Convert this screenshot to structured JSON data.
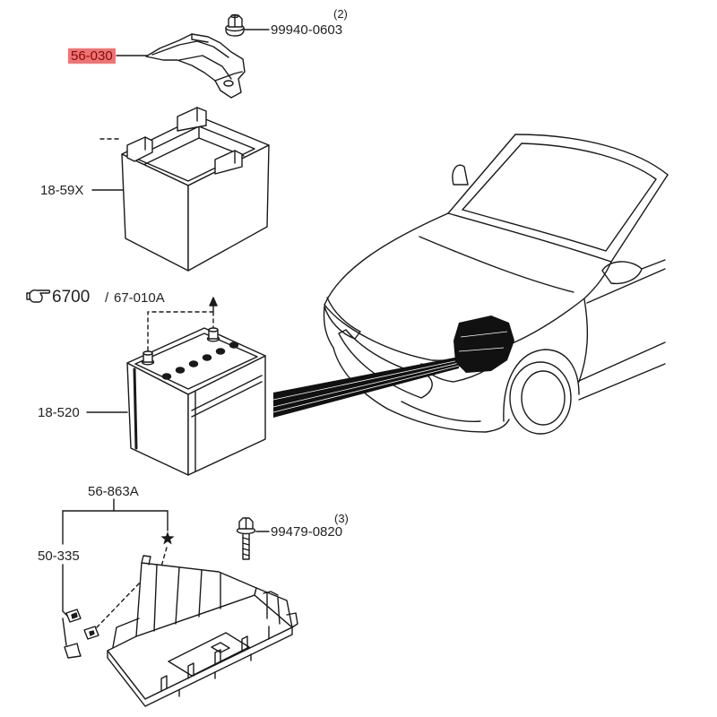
{
  "diagram": {
    "parts": {
      "bolt_top_qty": "(2)",
      "bolt_top": "99940-0603",
      "bracket": "56-030",
      "cover": "18-59X",
      "battery": "18-520",
      "tray": "56-863A",
      "bolt_bottom_qty": "(3)",
      "bolt_bottom": "99479-0820",
      "clip": "50-335"
    },
    "group_ref": {
      "number": "6700",
      "separator": "/",
      "code": "67-010A",
      "icon": "pointing-hand-icon"
    },
    "markers": {
      "tray_marker_icon": "star-icon"
    },
    "colors": {
      "line": "#1a1a1a",
      "highlight": "#f27272",
      "highlight_text": "#7a0f0f",
      "callout": "#111111",
      "background": "#ffffff"
    }
  }
}
